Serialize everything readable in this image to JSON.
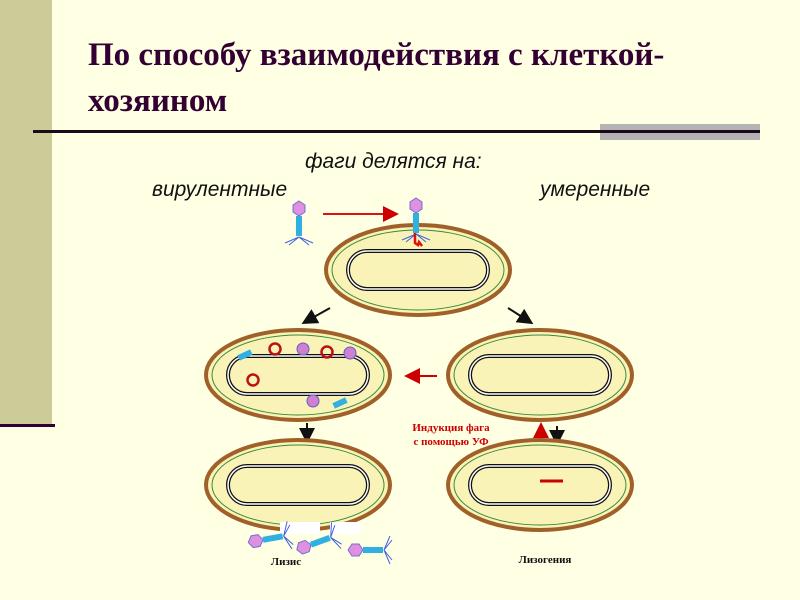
{
  "slide": {
    "title": "По способу взаимодействия с клеткой-хозяином",
    "subtitle": "фаги делятся на:",
    "left_heading": "вирулентные",
    "right_heading": "умеренные"
  },
  "diagram": {
    "induction_label_line1": "Индукция фага",
    "induction_label_line2": "с помощью УФ",
    "lysis_label": "Лизис",
    "lysogeny_label": "Лизогения"
  },
  "colors": {
    "background": "#ffffe3",
    "accent_bar": "#cccc99",
    "title": "#330033",
    "cell_wall": "#a0602a",
    "cytoplasm": "#f9f3b8",
    "red": "#cc0000"
  }
}
